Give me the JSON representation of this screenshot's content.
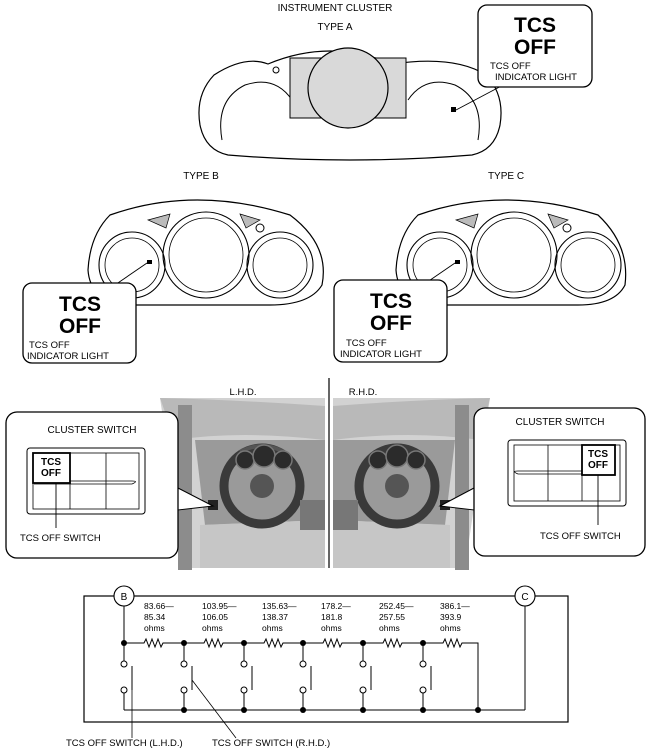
{
  "header": {
    "title": "INSTRUMENT CLUSTER",
    "type_a": "TYPE A",
    "type_b": "TYPE B",
    "type_c": "TYPE C"
  },
  "callouts": {
    "tcs_line1": "TCS",
    "tcs_line2": "OFF",
    "indicator_line1": "TCS OFF",
    "indicator_line2": "INDICATOR LIGHT"
  },
  "photo": {
    "lhd_label": "L.H.D.",
    "rhd_label": "R.H.D.",
    "cluster_switch": "CLUSTER SWITCH",
    "switch_tcs": "TCS",
    "switch_off": "OFF",
    "tcs_off_switch": "TCS OFF SWITCH"
  },
  "circuit": {
    "terminal_b": "B",
    "terminal_c": "C",
    "resistors": [
      {
        "range": "83.66—",
        "range2": "85.34",
        "unit": "ohms"
      },
      {
        "range": "103.95—",
        "range2": "106.05",
        "unit": "ohms"
      },
      {
        "range": "135.63—",
        "range2": "138.37",
        "unit": "ohms"
      },
      {
        "range": "178.2—",
        "range2": "181.8",
        "unit": "ohms"
      },
      {
        "range": "252.45—",
        "range2": "257.55",
        "unit": "ohms"
      },
      {
        "range": "386.1—",
        "range2": "393.9",
        "unit": "ohms"
      }
    ],
    "lhd_switch_label": "TCS OFF SWITCH (L.H.D.)",
    "rhd_switch_label": "TCS OFF SWITCH (R.H.D.)"
  }
}
